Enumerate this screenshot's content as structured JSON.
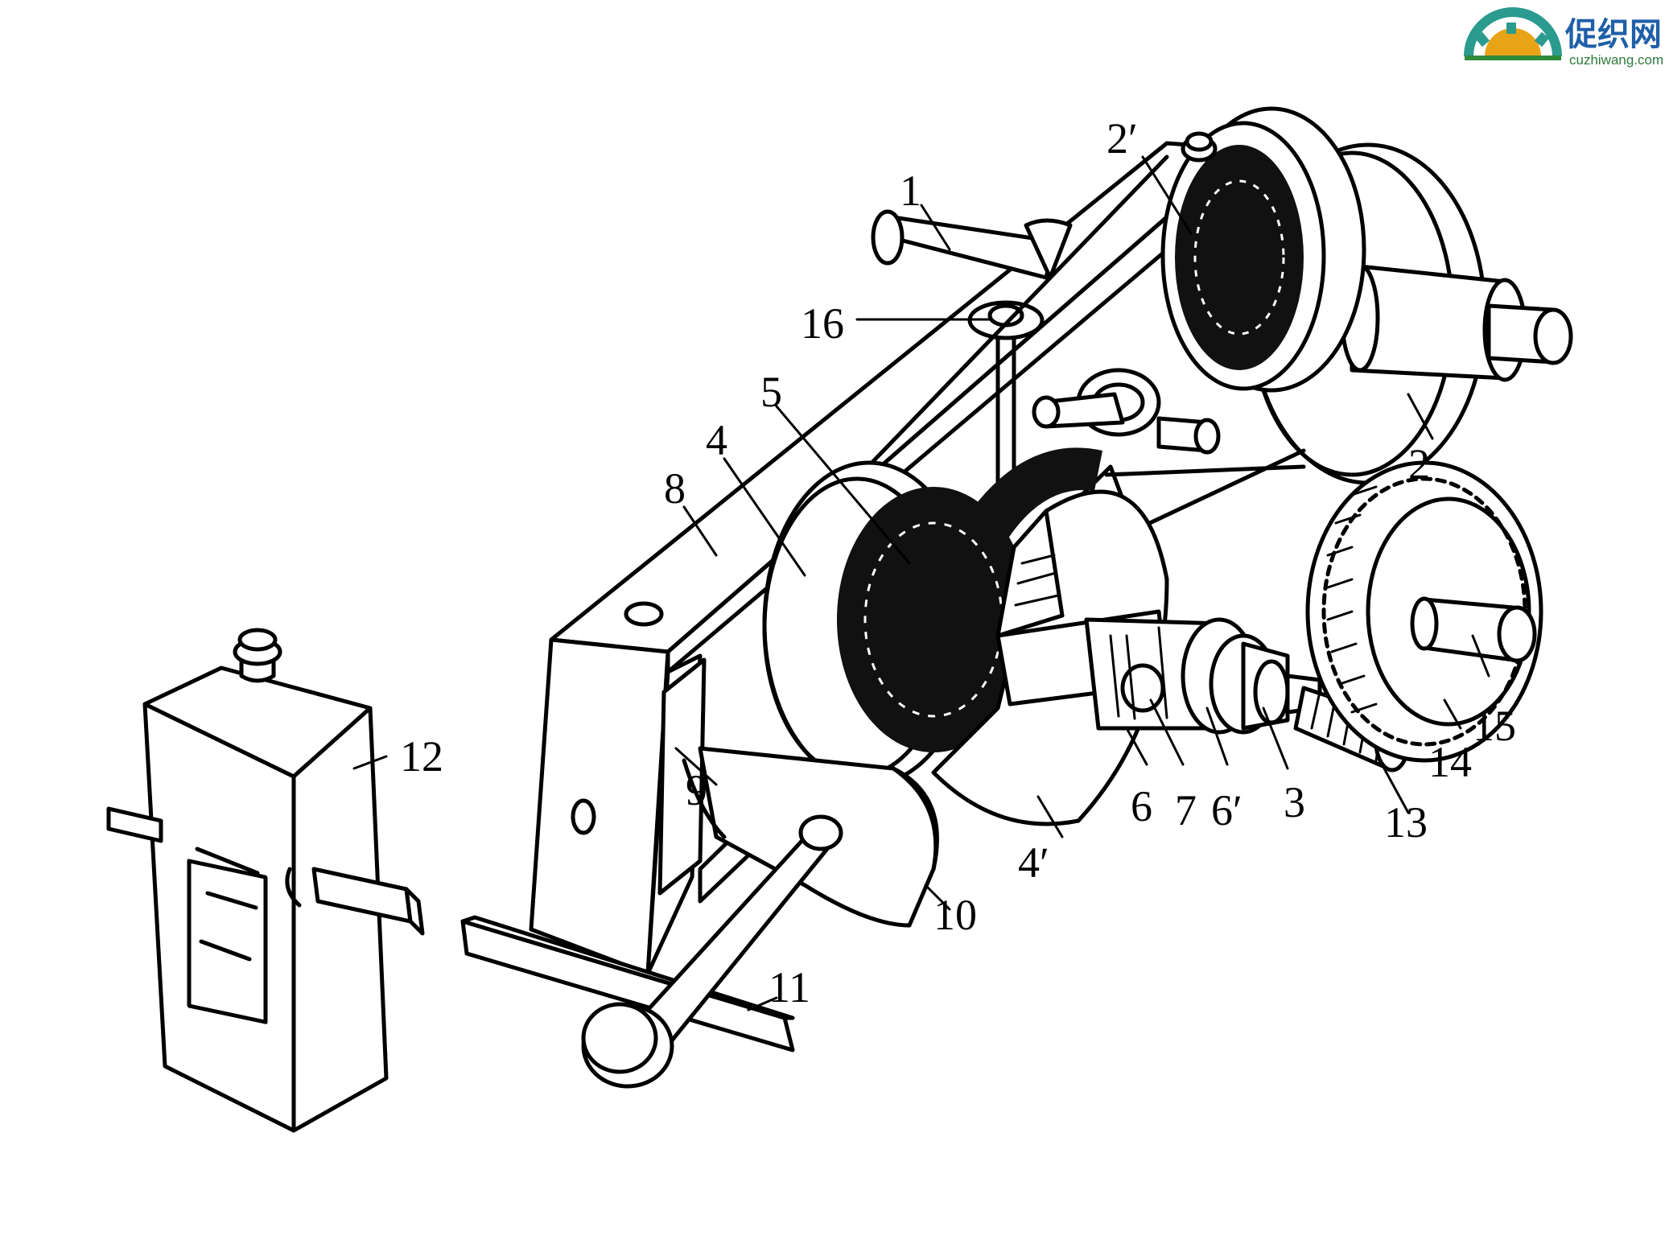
{
  "logo": {
    "name": "促织网",
    "url": "cuzhiwang.com",
    "colors": {
      "blue": "#1f5fa8",
      "green": "#2f8a3a",
      "gold": "#e8a317",
      "teal": "#2b9a8f"
    }
  },
  "labels": {
    "l1": "1",
    "l2": "2",
    "l2p": "2′",
    "l3": "3",
    "l4": "4",
    "l4p": "4′",
    "l5": "5",
    "l6": "6",
    "l6p": "6′",
    "l7": "7",
    "l8": "8",
    "l9": "9",
    "l10": "10",
    "l11": "11",
    "l12": "12",
    "l13": "13",
    "l14": "14",
    "l15": "15",
    "l16": "16"
  }
}
